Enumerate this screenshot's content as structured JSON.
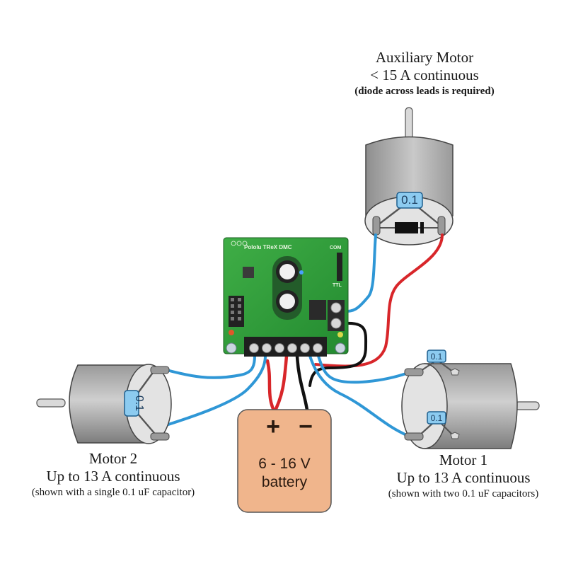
{
  "labels": {
    "aux_motor": {
      "title": "Auxiliary Motor",
      "rating": "< 15 A continuous",
      "note": "(diode across leads is required)"
    },
    "motor2": {
      "title": "Motor 2",
      "rating": "Up to 13 A continuous",
      "note": "(shown with a single 0.1 uF capacitor)"
    },
    "motor1": {
      "title": "Motor 1",
      "rating": "Up to 13 A continuous",
      "note": "(shown with two 0.1 uF capacitors)"
    }
  },
  "board": {
    "name": "Pololu TReX DMC",
    "header_com": "COM",
    "header_ttl": "TTL"
  },
  "battery": {
    "plus": "+",
    "minus": "−",
    "voltage": "6 - 16 V",
    "label": "battery"
  },
  "capacitors": {
    "aux": "0.1",
    "motor2": "0.1",
    "motor1_top": "0.1",
    "motor1_bottom": "0.1"
  },
  "colors": {
    "wire_blue": "#2f97d6",
    "wire_red": "#d8262a",
    "wire_black": "#111111",
    "pcb_green": "#2e9a3a",
    "battery_fill": "#f0b58c",
    "cap_fill": "#8ccbf0"
  }
}
